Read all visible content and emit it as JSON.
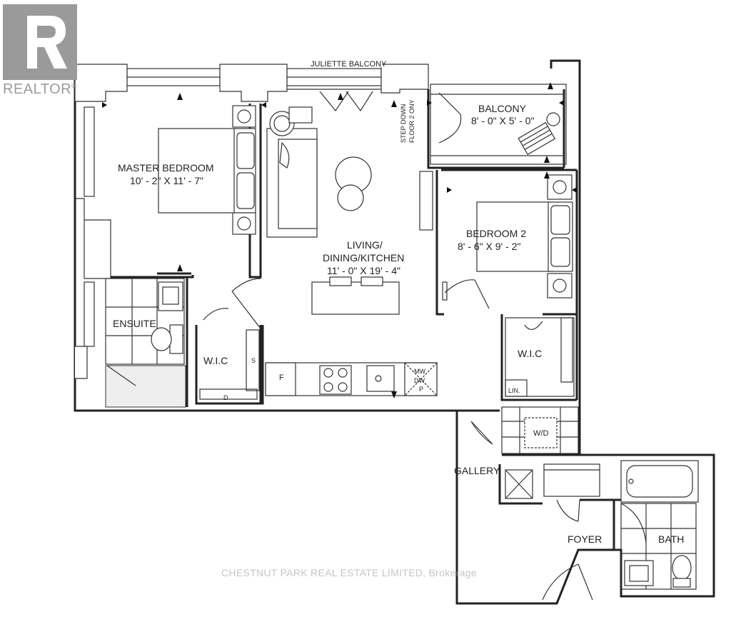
{
  "logo": {
    "text": "REALTOR",
    "mark": "®",
    "color": "#9a9a9a"
  },
  "watermark": "CHESTNUT PARK REAL ESTATE LIMITED, Brokerage",
  "labels": {
    "juliette": "JULIETTE BALCONY",
    "step_down": "STEP DOWN",
    "floor_to": "FLOOR 2 ONY",
    "balcony": "BALCONY",
    "balcony_dim": "8' - 0\" X 5' - 0\"",
    "master": "MASTER BEDROOM",
    "master_dim": "10' - 2\" X 11' - 7\"",
    "living": "LIVING/",
    "dining": "DINING/KITCHEN",
    "living_dim": "11' - 0\" X 19' - 4\"",
    "bed2": "BEDROOM 2",
    "bed2_dim": "8' - 6\" X 9' - 2\"",
    "ensuite": "ENSUITE",
    "wic1": "W.I.C",
    "wic2": "W.I.C",
    "s": "S",
    "d": "D",
    "f": "F",
    "mw": "MW",
    "dw": "DW",
    "p": "P",
    "lin": "LIN.",
    "wd": "W/D",
    "gallery": "GALLERY",
    "foyer": "FOYER",
    "bath": "BATH"
  }
}
